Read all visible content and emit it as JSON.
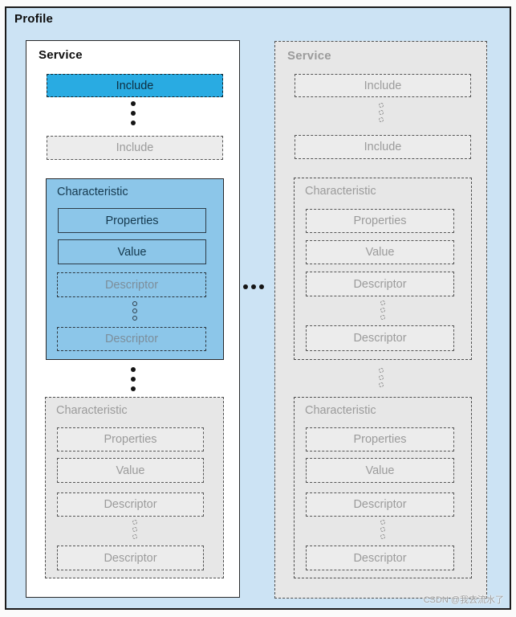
{
  "diagram": {
    "title": "Profile",
    "watermark": "CSDN @我去流水了",
    "left_service": {
      "label": "Service",
      "include_active": "Include",
      "include_more": "Include",
      "characteristic_active": {
        "label": "Characteristic",
        "properties": "Properties",
        "value": "Value",
        "descriptor_first": "Descriptor",
        "descriptor_last": "Descriptor"
      },
      "characteristic_more": {
        "label": "Characteristic",
        "properties": "Properties",
        "value": "Value",
        "descriptor_first": "Descriptor",
        "descriptor_last": "Descriptor"
      }
    },
    "right_service": {
      "label": "Service",
      "include_first": "Include",
      "include_last": "Include",
      "characteristic_first": {
        "label": "Characteristic",
        "properties": "Properties",
        "value": "Value",
        "descriptor_first": "Descriptor",
        "descriptor_last": "Descriptor"
      },
      "characteristic_last": {
        "label": "Characteristic",
        "properties": "Properties",
        "value": "Value",
        "descriptor_first": "Descriptor",
        "descriptor_last": "Descriptor"
      }
    },
    "colors": {
      "profile_bg": "#CCE3F4",
      "include_active_bg": "#29ABE2",
      "characteristic_active_bg": "#8CC6E9",
      "ghost_bg": "#E7E7E7",
      "ghost_leaf_bg": "#ECECEC",
      "ghost_text": "#9B9B9B",
      "dark_text": "#15394E",
      "border_dark": "#2B2B2B"
    }
  }
}
